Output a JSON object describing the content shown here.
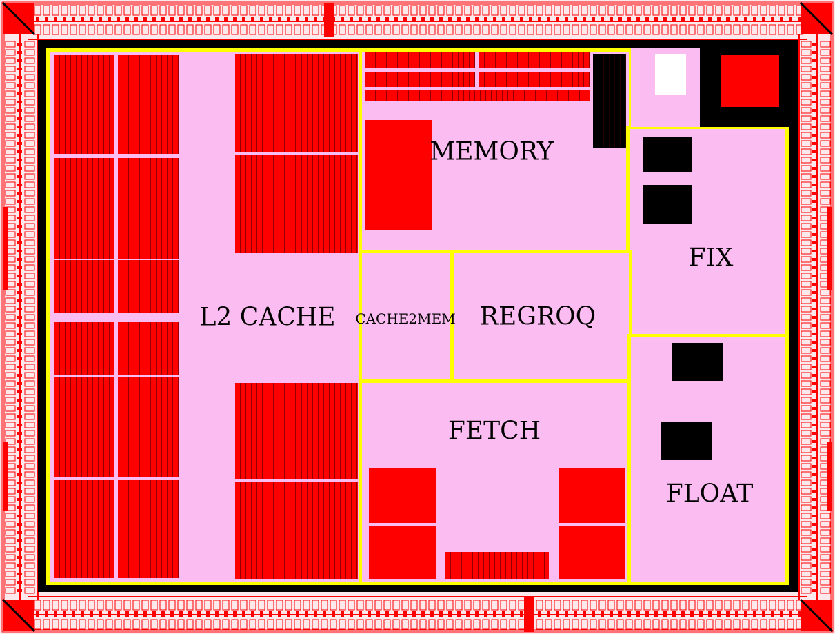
{
  "diagram": {
    "blocks": [
      {
        "id": "l2-cache",
        "label": "L2 CACHE"
      },
      {
        "id": "memory",
        "label": "MEMORY"
      },
      {
        "id": "fix",
        "label": "FIX"
      },
      {
        "id": "cache2mem",
        "label": "CACHE2MEM"
      },
      {
        "id": "regroq",
        "label": "REGROQ"
      },
      {
        "id": "fetch",
        "label": "FETCH"
      },
      {
        "id": "float",
        "label": "FLOAT"
      }
    ],
    "colors": {
      "block_fill": "#fbbcf1",
      "block_border": "#ffff00",
      "macro": "#ff0000",
      "core_background": "#000000",
      "io_ring": "#ff0000"
    }
  }
}
